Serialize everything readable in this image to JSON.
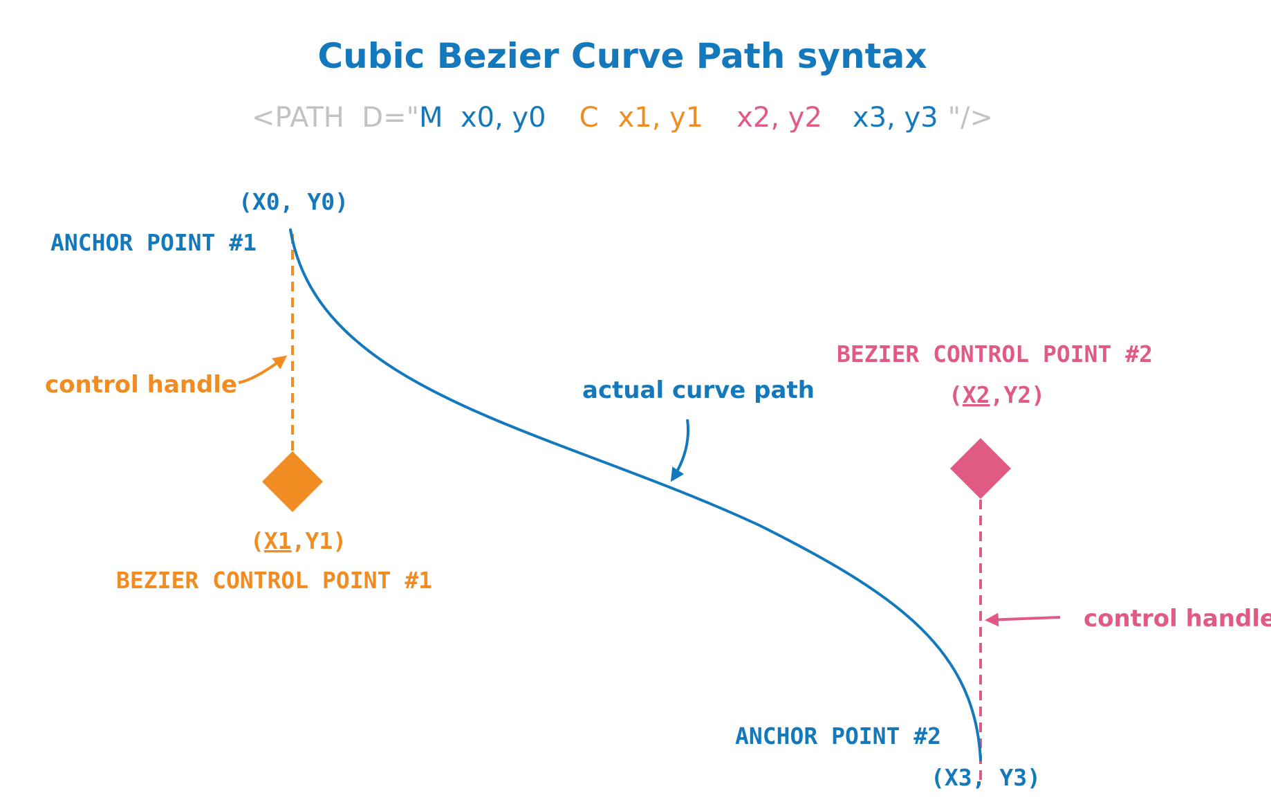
{
  "colors": {
    "blue": "#1479BC",
    "orange": "#F08C22",
    "pink": "#E05A84",
    "gray": "#C2C2C2"
  },
  "title": "Cubic Bezier Curve Path syntax",
  "syntax": {
    "open": "<PATH  D=\"",
    "move": "M  x0, y0",
    "cmd": "C",
    "cp1": "x1, y1",
    "cp2": "x2, y2",
    "end": "x3, y3",
    "close": "\"/>"
  },
  "anchor1": {
    "coords": "(X0, Y0)",
    "label": "ANCHOR POINT #1"
  },
  "anchor2": {
    "coords": "(X3, Y3)",
    "label": "ANCHOR POINT #2"
  },
  "control1": {
    "coords_open": "(",
    "coords_x": "X1",
    "coords_rest": ",Y1)",
    "label": "BEZIER CONTROL POINT #1",
    "handle_label": "control handle"
  },
  "control2": {
    "coords_open": "(",
    "coords_x": "X2",
    "coords_rest": ",Y2)",
    "label": "BEZIER CONTROL POINT #2",
    "handle_label": "control handle"
  },
  "curve_label": "actual curve path"
}
